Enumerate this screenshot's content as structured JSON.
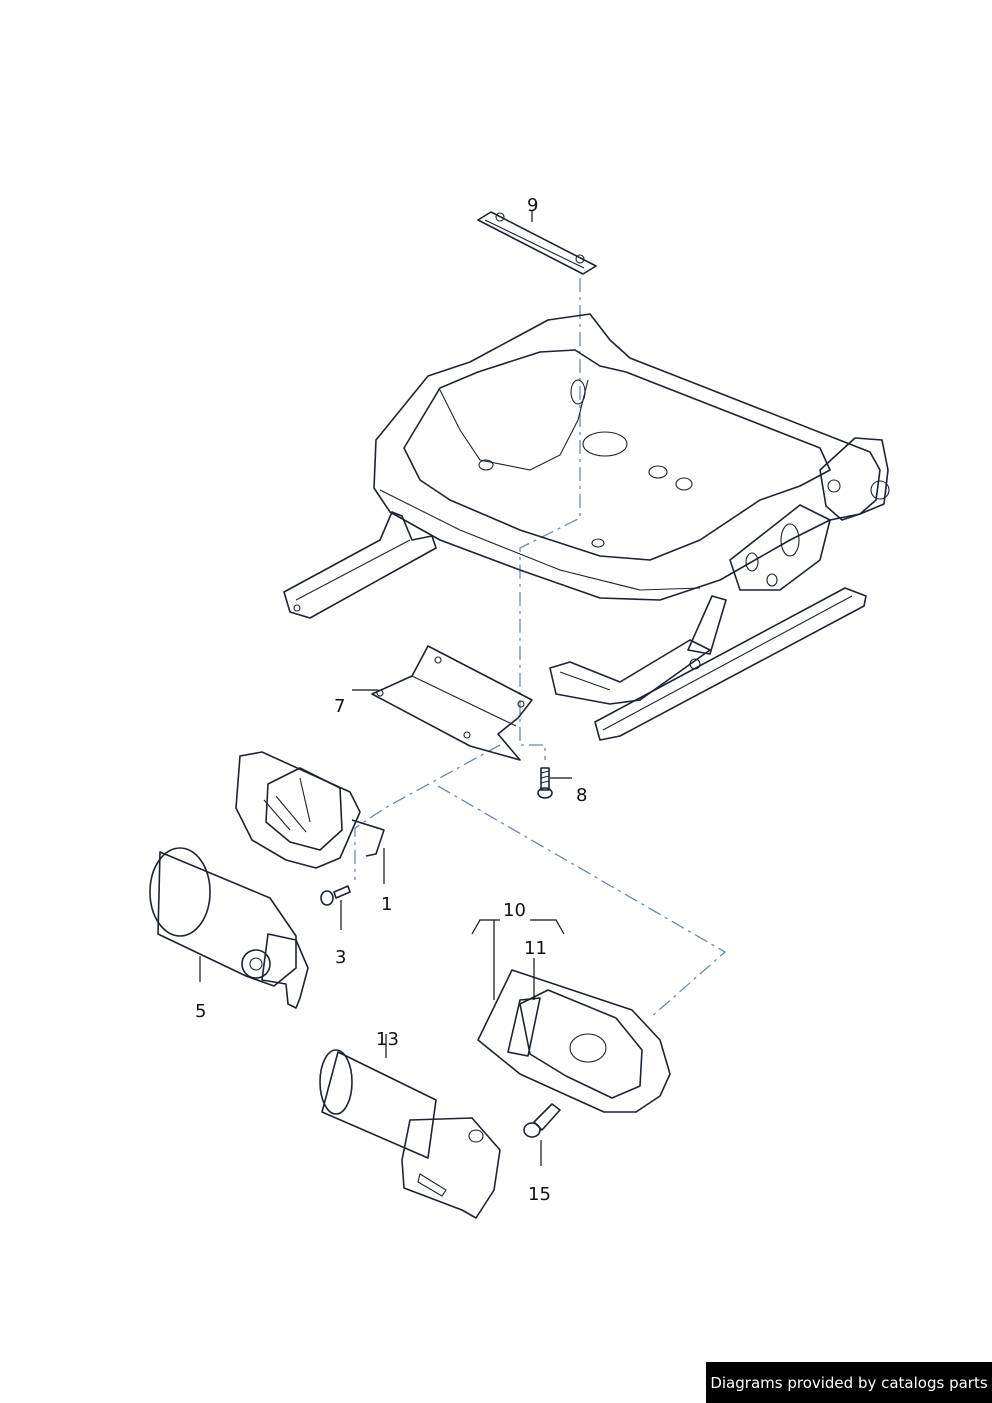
{
  "callouts": {
    "p1": "1",
    "p3": "3",
    "p5": "5",
    "p7": "7",
    "p8": "8",
    "p9": "9",
    "p10": "10",
    "p11": "11",
    "p13": "13",
    "p15": "15"
  },
  "credit": "Diagrams provided by catalogs parts",
  "colors": {
    "part_fill_light": "#e4edf3",
    "part_fill_mid": "#c5d6e2",
    "part_fill_dark": "#8ea9bf",
    "outline": "#1c2430",
    "dash_line": "#6e8aa3",
    "credit_bg": "#000000",
    "credit_text": "#ffffff"
  }
}
